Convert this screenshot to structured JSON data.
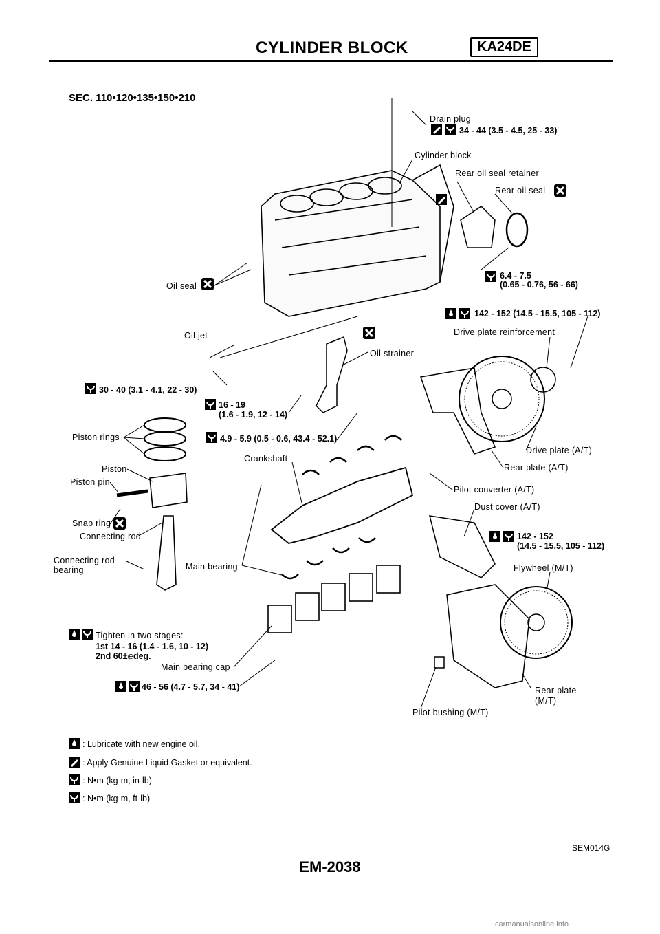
{
  "header": {
    "title": "CYLINDER BLOCK",
    "model": "KA24DE"
  },
  "sec": "SEC. 110•120•135•150•210",
  "labels": {
    "drain_plug": "Drain plug",
    "drain_plug_torque": "34 - 44 (3.5 - 4.5, 25 - 33)",
    "cylinder_block": "Cylinder block",
    "rear_oil_seal_retainer": "Rear oil seal retainer",
    "rear_oil_seal": "Rear oil seal",
    "retainer_torque_1": "6.4 - 7.5",
    "retainer_torque_2": "(0.65 - 0.76, 56 - 66)",
    "oil_seal": "Oil seal",
    "drive_plate_torque": "142 - 152 (14.5 - 15.5, 105 - 112)",
    "drive_plate_reinforcement": "Drive plate reinforcement",
    "oil_jet": "Oil jet",
    "oil_strainer": "Oil strainer",
    "oil_jet_torque": "30 - 40 (3.1 - 4.1, 22 - 30)",
    "strainer_torque_1": "16 - 19",
    "strainer_torque_2": "(1.6 - 1.9, 12 - 14)",
    "piston_rings": "Piston rings",
    "strainer_bolt_torque": "4.9 - 5.9 (0.5 - 0.6, 43.4 - 52.1)",
    "crankshaft": "Crankshaft",
    "drive_plate_at": "Drive plate (A/T)",
    "piston": "Piston",
    "rear_plate_at": "Rear plate (A/T)",
    "piston_pin": "Piston pin",
    "pilot_converter": "Pilot converter (A/T)",
    "dust_cover": "Dust cover (A/T)",
    "snap_ring": "Snap ring",
    "flywheel_torque_1": "142 - 152",
    "flywheel_torque_2": "(14.5 - 15.5, 105 - 112)",
    "connecting_rod": "Connecting rod",
    "connecting_rod_bearing_1": "Connecting rod",
    "connecting_rod_bearing_2": "bearing",
    "main_bearing": "Main bearing",
    "flywheel_mt": "Flywheel (M/T)",
    "tighten_two_stages": "Tighten in two stages:",
    "stage_1": "1st 14 - 16 (1.4 - 1.6, 10 - 12)",
    "stage_2": "2nd 60±ⅇdeg.",
    "main_bearing_cap": "Main bearing cap",
    "main_cap_torque": "46 - 56 (4.7 - 5.7, 34 - 41)",
    "rear_plate_mt_1": "Rear plate",
    "rear_plate_mt_2": "(M/T)",
    "pilot_bushing": "Pilot bushing (M/T)"
  },
  "legend": [
    {
      "icon": "oil-can-icon",
      "text": ": Lubricate with new engine oil."
    },
    {
      "icon": "liquid-gasket-icon",
      "text": ": Apply Genuine Liquid Gasket or equivalent."
    },
    {
      "icon": "torque-wrench-icon",
      "text": ": N•m (kg-m, in-lb)"
    },
    {
      "icon": "torque-wrench-icon",
      "text": ": N•m (kg-m, ft-lb)"
    }
  ],
  "figure_id": "SEM014G",
  "page_number": "EM-2038",
  "watermark": "carmanualsonline.info"
}
